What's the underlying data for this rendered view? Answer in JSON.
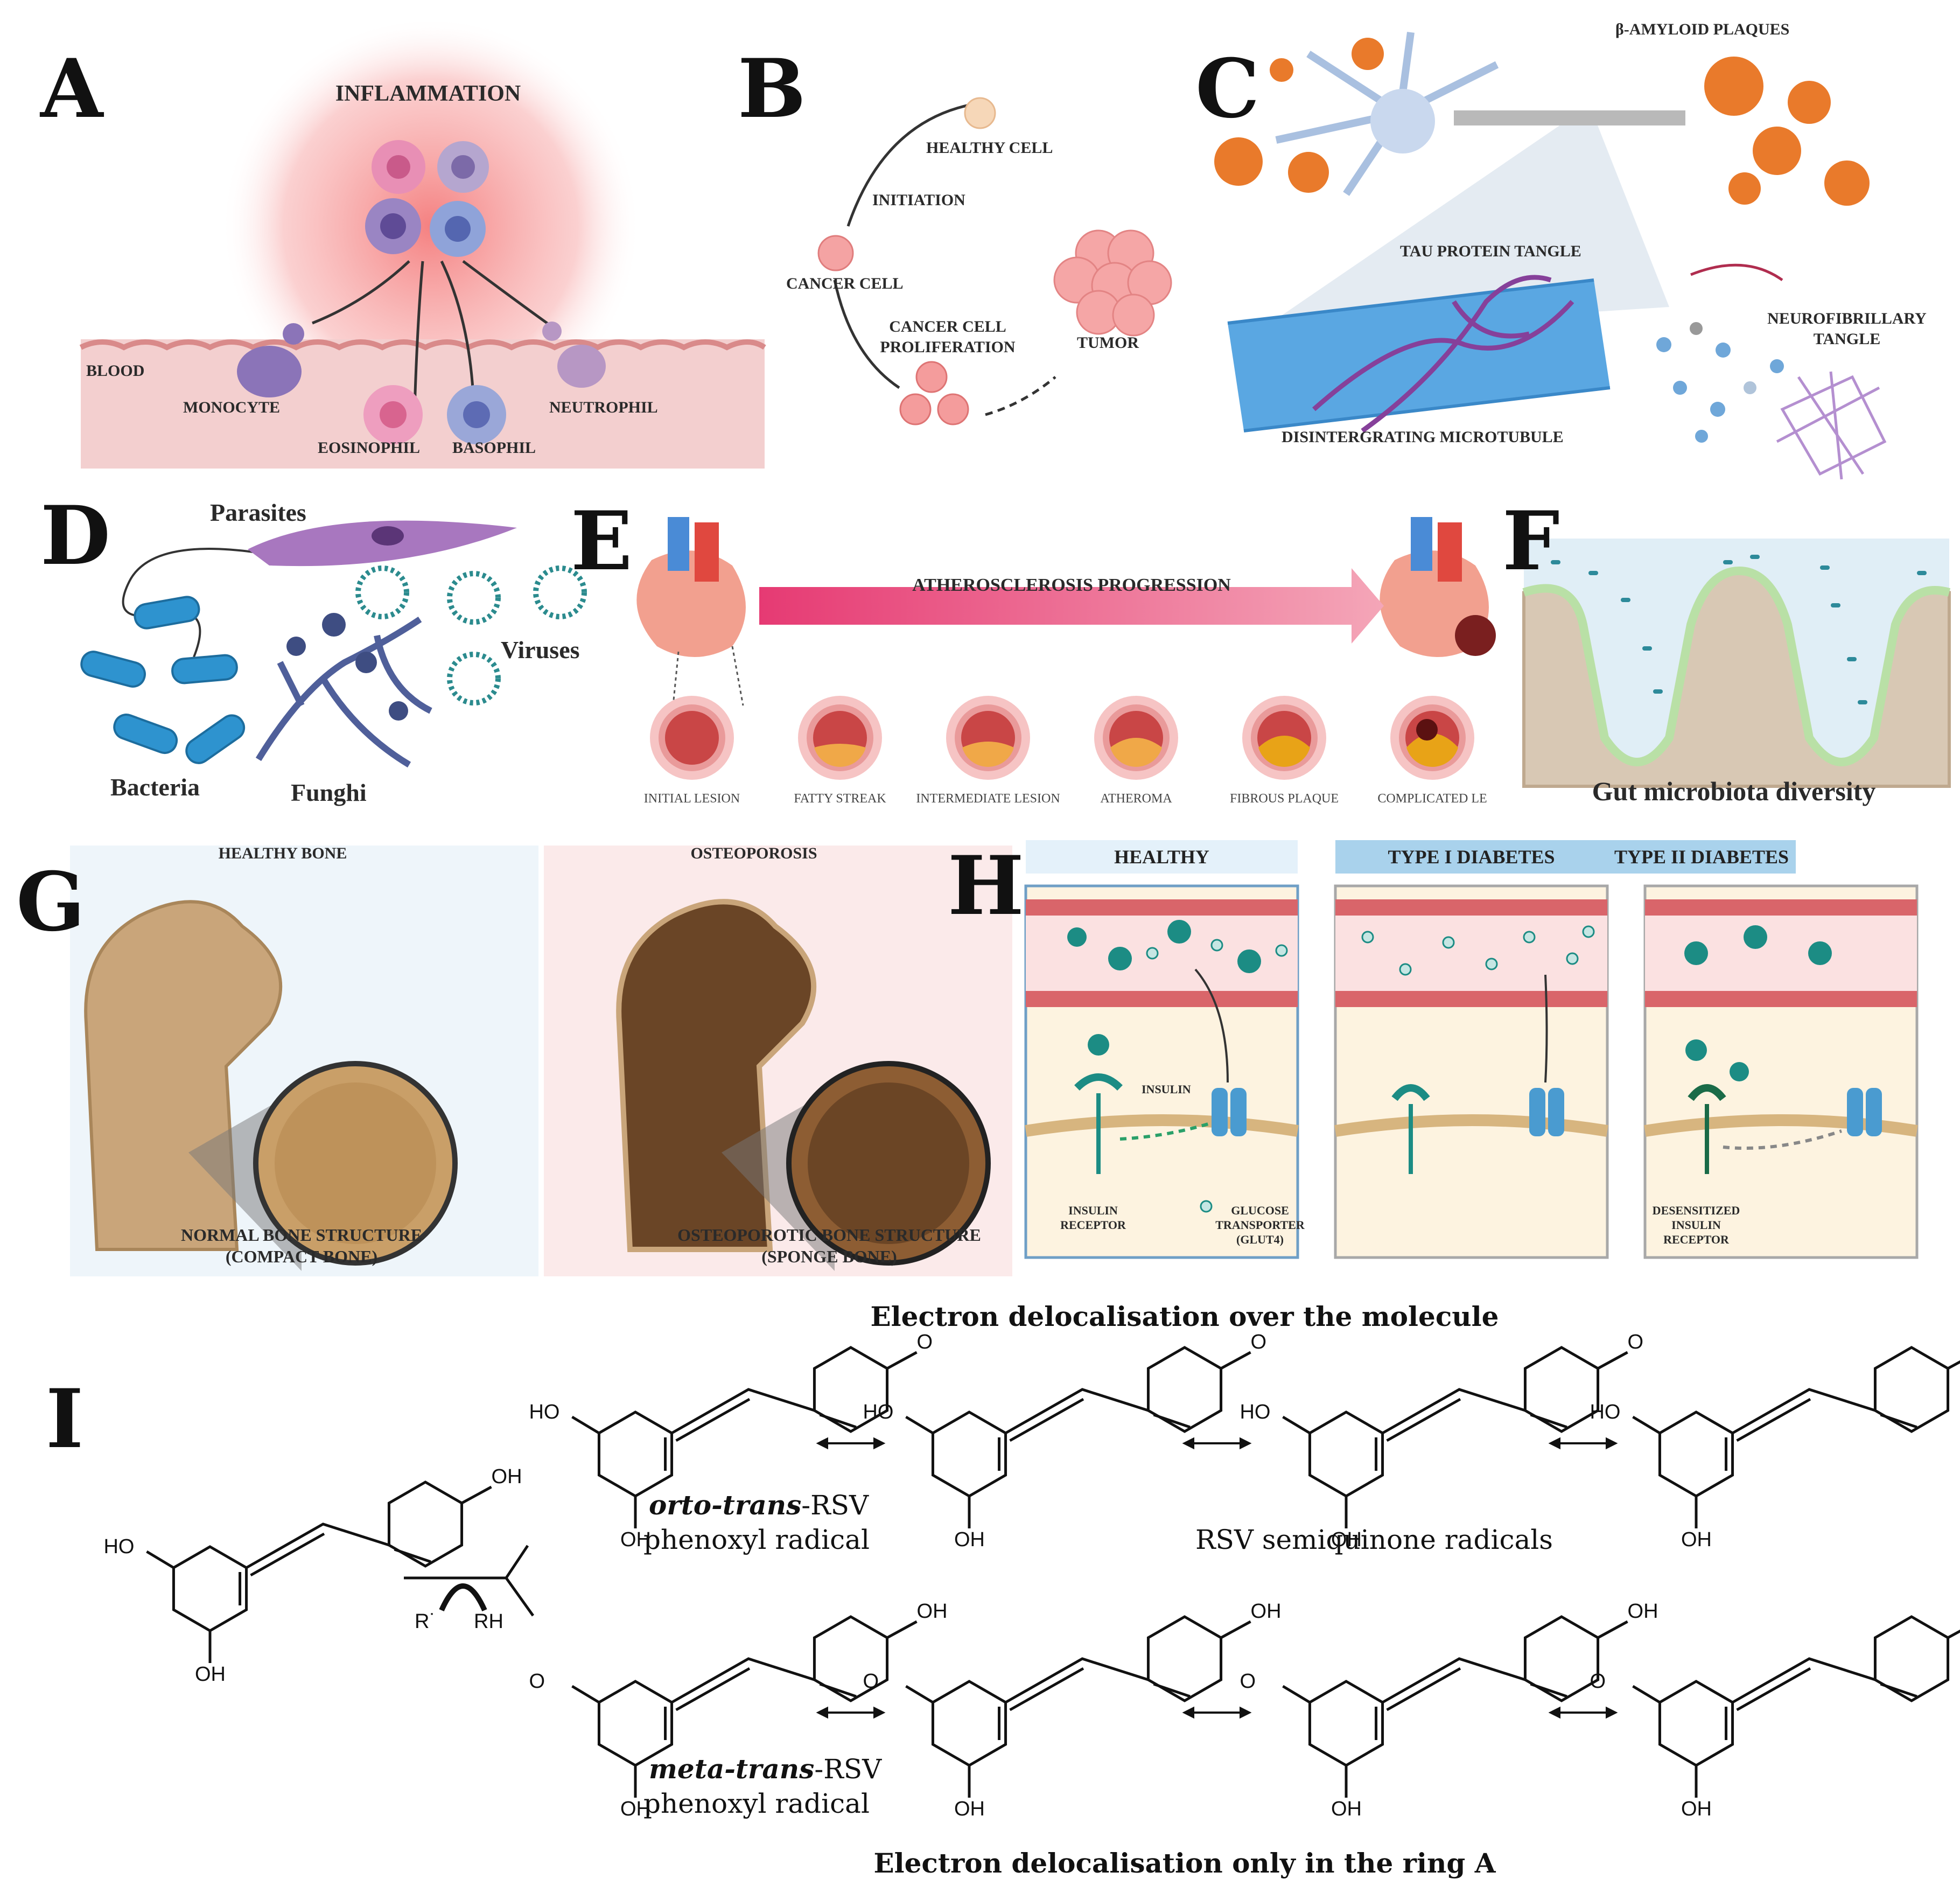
{
  "panels": {
    "A": {
      "letter": "A",
      "title": "INFLAMMATION",
      "blood": "BLOOD",
      "monocyte": "MONOCYTE",
      "eosinophil": "EOSINOPHIL",
      "basophil": "BASOPHIL",
      "neutrophil": "NEUTROPHIL"
    },
    "B": {
      "letter": "B",
      "healthy": "HEALTHY CELL",
      "initiation": "INITIATION",
      "cancer": "CANCER CELL",
      "prolif1": "CANCER CELL",
      "prolif2": "PROLIFERATION",
      "tumor": "TUMOR"
    },
    "C": {
      "letter": "C",
      "plaques": "β-AMYLOID PLAQUES",
      "tau": "TAU PROTEIN TANGLE",
      "nft1": "NEUROFIBRILLARY",
      "nft2": "TANGLE",
      "micro": "DISINTERGRATING MICROTUBULE"
    },
    "D": {
      "letter": "D",
      "parasites": "Parasites",
      "viruses": "Viruses",
      "bacteria": "Bacteria",
      "funghi": "Funghi"
    },
    "E": {
      "letter": "E",
      "title": "ATHEROSCLEROSIS PROGRESSION",
      "stages": [
        "INITIAL LESION",
        "FATTY STREAK",
        "INTERMEDIATE LESION",
        "ATHEROMA",
        "FIBROUS PLAQUE",
        "COMPLICATED LE"
      ]
    },
    "F": {
      "letter": "F",
      "caption": "Gut microbiota diversity"
    },
    "G": {
      "letter": "G",
      "healthy_title": "HEALTHY BONE",
      "osteo_title": "OSTEOPOROSIS",
      "healthy_cap1": "NORMAL BONE STRUCTURE",
      "healthy_cap2": "(COMPACT BONE)",
      "osteo_cap1": "OSTEOPOROTIC BONE STRUCTURE",
      "osteo_cap2": "(SPONGE BONE)"
    },
    "H": {
      "letter": "H",
      "healthy": "HEALTHY",
      "type1": "TYPE I DIABETES",
      "type2": "TYPE II DIABETES",
      "insulin": "INSULIN",
      "receptor1": "INSULIN",
      "receptor2": "RECEPTOR",
      "glucose1": "GLUCOSE",
      "glucose2": "TRANSPORTER",
      "glucose3": "(GLUT4)",
      "desens1": "DESENSITIZED",
      "desens2": "INSULIN",
      "desens3": "RECEPTOR"
    },
    "I": {
      "letter": "I",
      "top_caption": "Electron delocalisation over the molecule",
      "bottom_caption": "Electron delocalisation only in the ring A",
      "orto_prefix": "orto-trans",
      "rsv": "-RSV",
      "phenoxyl": "phenoxyl radical",
      "meta_prefix": "meta-trans",
      "semiquinone": "RSV semiquinone radicals",
      "OH": "OH",
      "HO": "HO",
      "O": "O",
      "Rdot": "R˙",
      "RH": "RH"
    }
  },
  "colors": {
    "inflammation": "#f26b6b",
    "blood": "#f3c9c9",
    "heart_red": "#d94a4a",
    "arrow_pink": "#e94a7c",
    "bone": "#c9a57a",
    "bone_dark": "#5a3c22",
    "h_header_blue": "#a9d2ec",
    "h_header_light": "#e4f1fa",
    "teal": "#1c8c84",
    "glut": "#4a9bd0",
    "microtubule": "#5aa8e0",
    "tangle": "#8a3f8f"
  }
}
